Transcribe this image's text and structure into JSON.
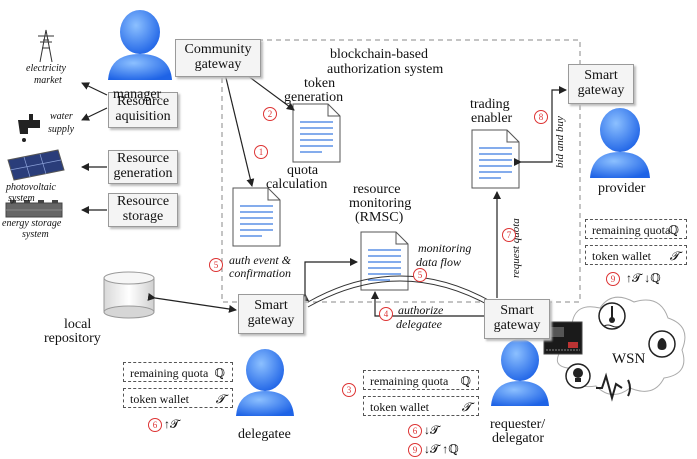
{
  "system_label": [
    "blockchain-based",
    "authorization system"
  ],
  "roles": {
    "manager": "manager",
    "provider": "provider",
    "delegatee": "delegatee",
    "requester": [
      "requester/",
      "delegator"
    ]
  },
  "gateways": {
    "community": [
      "Community",
      "gateway"
    ],
    "smart_top": [
      "Smart",
      "gateway"
    ],
    "smart_left": [
      "Smart",
      "gateway"
    ],
    "smart_right": [
      "Smart",
      "gateway"
    ]
  },
  "resource_boxes": [
    [
      "Resource",
      "aquisition"
    ],
    [
      "Resource",
      "generation"
    ],
    [
      "Resource",
      "storage"
    ]
  ],
  "resource_icons": [
    "electricity",
    "market",
    "water",
    "supply",
    "photovoltaic",
    "system",
    "energy storage",
    "system"
  ],
  "labels": {
    "token_generation": [
      "token",
      "generation"
    ],
    "quota_calculation": [
      "quota",
      "calculation"
    ],
    "resource_monitoring": [
      "resource",
      "monitoring",
      "(RMSC)"
    ],
    "trading_enabler": [
      "trading",
      "enabler"
    ],
    "bid_and_buy": "bid and buy",
    "request_quota": "request quota",
    "auth_event": [
      "auth event &",
      "confirmation"
    ],
    "monitoring_flow": [
      "monitoring",
      "data flow"
    ],
    "authorize_delegatee": [
      "authorize",
      "delegatee"
    ],
    "local_repository": [
      "local",
      "repository"
    ],
    "wsn": "WSN"
  },
  "wallet_rows": {
    "remaining_quota": "remaining quota",
    "token_wallet": "token wallet",
    "quota_symbol": "ℚ",
    "token_symbol": "𝓣"
  },
  "steps": [
    "1",
    "2",
    "3",
    "4",
    "5",
    "5",
    "6",
    "6",
    "7",
    "8",
    "9",
    "9"
  ],
  "step_annotations": {
    "provider_9": "↑𝓣 ↓ℚ",
    "delegatee_6": "↑𝓣",
    "requester_6": "↓𝓣",
    "requester_9": "↓𝓣 ↑ℚ"
  },
  "colors": {
    "person": "#1e63e6",
    "person_light": "#5aa0ff",
    "step_circle": "#dd3333",
    "doc_lines": "#3a7be0"
  }
}
